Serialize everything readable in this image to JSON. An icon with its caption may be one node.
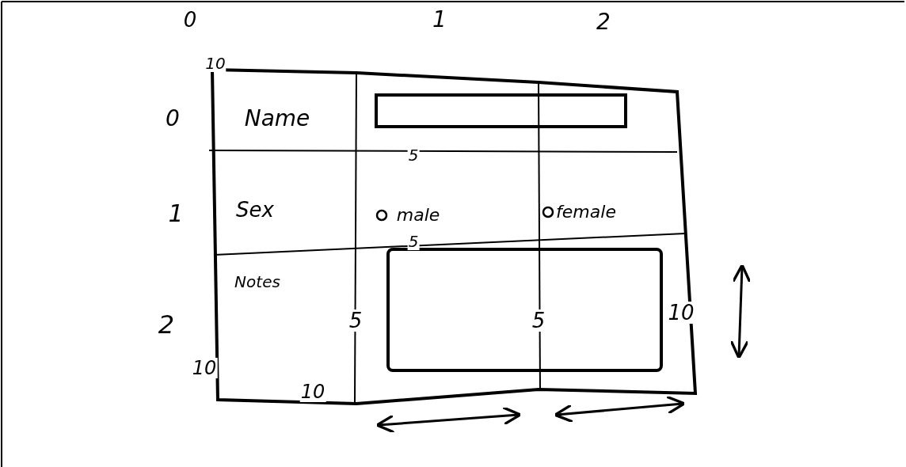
{
  "diagram": {
    "labels": [
      "0",
      "1",
      "2",
      "10",
      "0",
      "Name",
      "5",
      "1",
      "Sex",
      "male",
      "female",
      "5",
      "Notes",
      "2",
      "5",
      "5",
      "10",
      "10",
      "10"
    ]
  }
}
